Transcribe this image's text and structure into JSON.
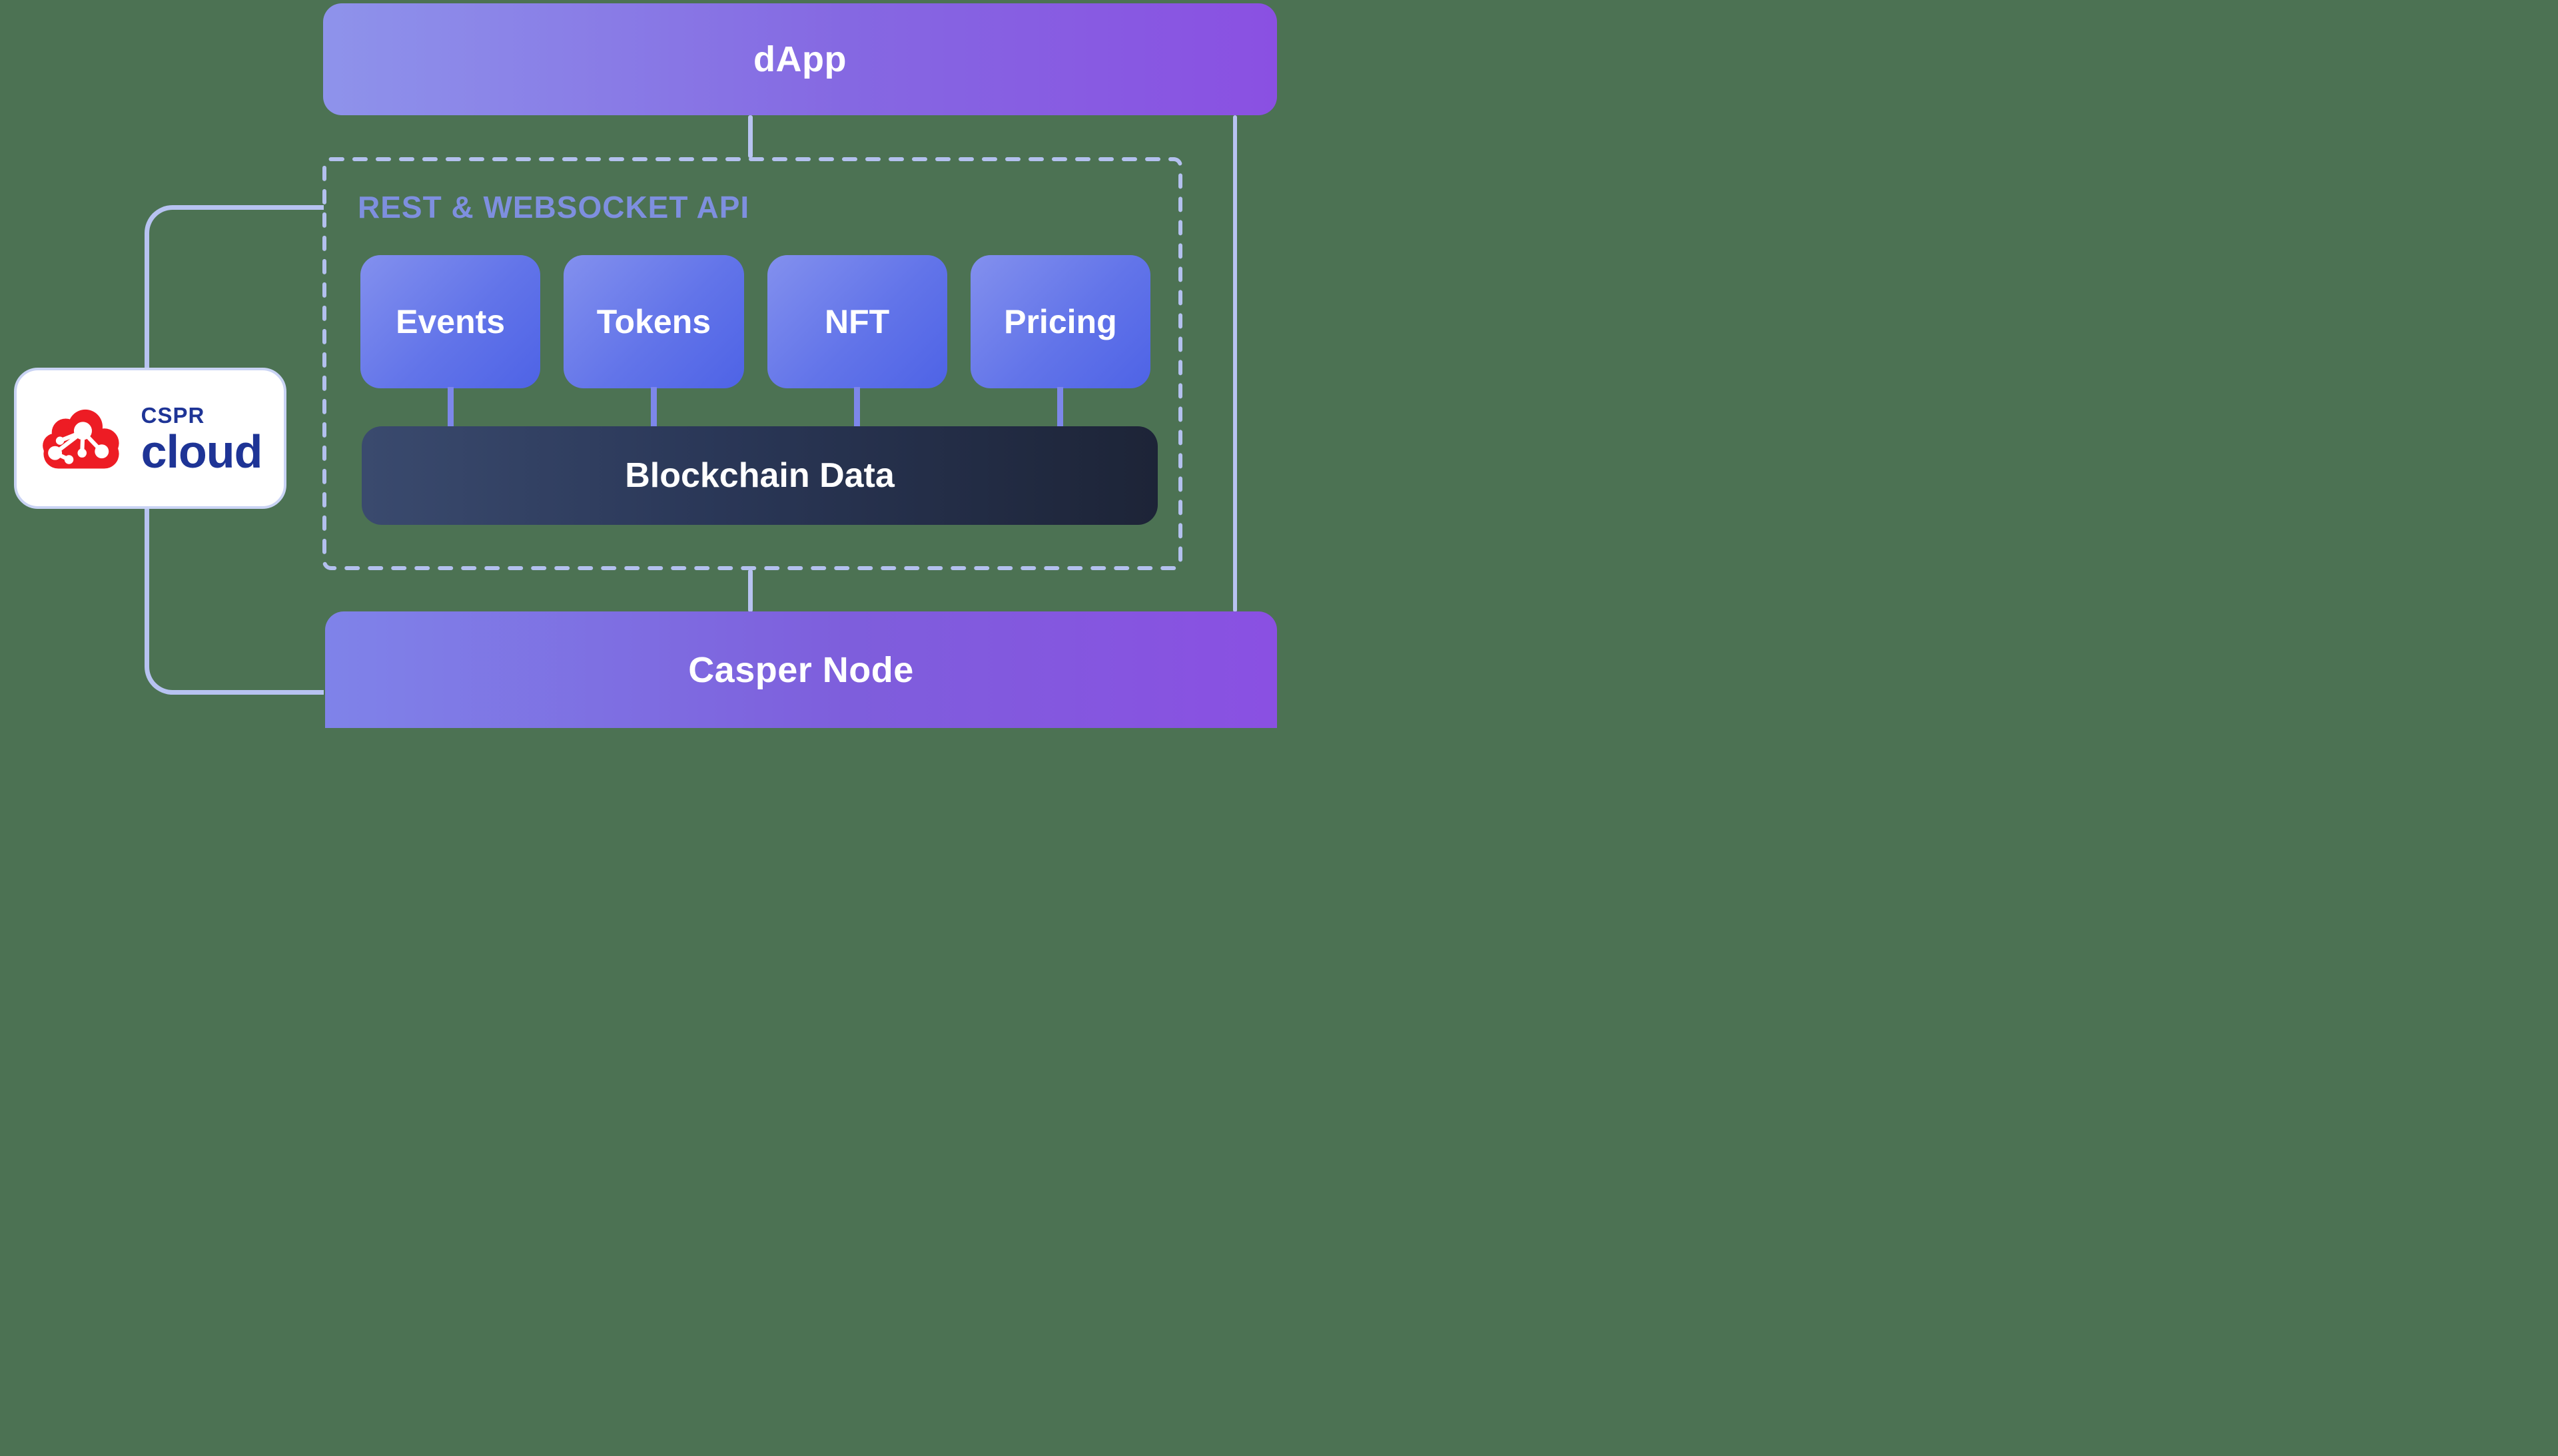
{
  "top_banner": {
    "label": "dApp"
  },
  "bottom_banner": {
    "label": "Casper Node"
  },
  "api_region": {
    "title": "REST & WEBSOCKET API",
    "services": [
      {
        "label": "Events"
      },
      {
        "label": "Tokens"
      },
      {
        "label": "NFT"
      },
      {
        "label": "Pricing"
      }
    ],
    "data_bar": {
      "label": "Blockchain Data"
    }
  },
  "logo_card": {
    "brand_top": "CSPR",
    "brand_bottom": "cloud"
  },
  "colors": {
    "background": "#4C7253",
    "banner_gradient_start": "#8E93EB",
    "banner_gradient_end": "#8A50E2",
    "service_box_gradient_start": "#8390EE",
    "service_box_gradient_end": "#4E63E6",
    "data_bar_gradient_start": "#3A4A6E",
    "data_bar_gradient_end": "#1D2437",
    "connector_line": "#B7C3F1",
    "stem_line": "#7D87EA",
    "dashed_border": "#B3C0EE",
    "api_title_text": "#7E8FDF",
    "logo_red": "#ED1C24",
    "logo_navy": "#1E3496",
    "card_border": "#C9D3F4",
    "label_text": "#FFFFFF"
  }
}
